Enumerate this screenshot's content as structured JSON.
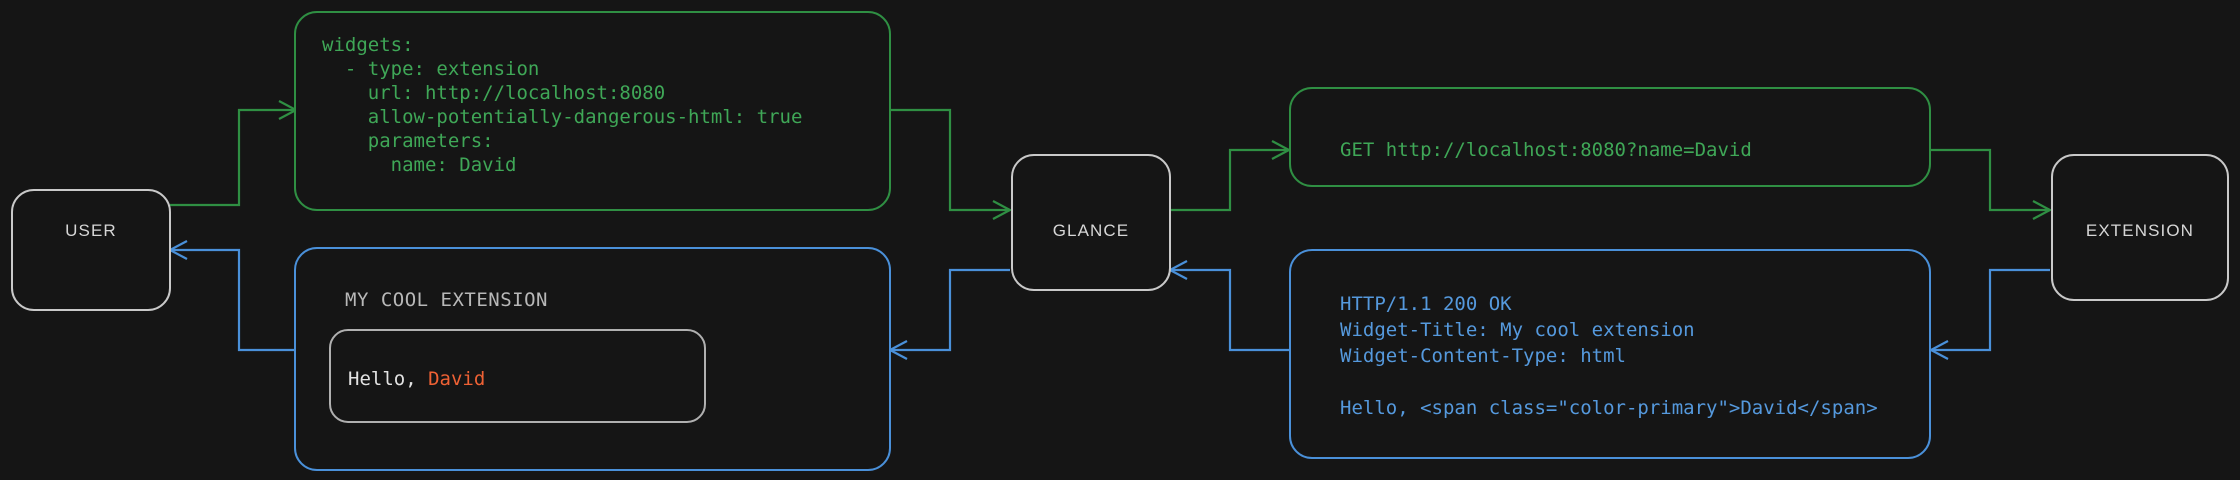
{
  "theme": {
    "background": "#151515",
    "node_border": "#c9c9c9",
    "node_label": "#d6d6d6",
    "request_color": "#2f8f43",
    "request_text_color": "#3fa757",
    "response_color": "#4a90d9",
    "response_text_color": "#5599dd",
    "accent_primary": "#ee6134",
    "widget_text": "#e2e2e2",
    "widget_title": "#b8b8b8"
  },
  "nodes": {
    "user": {
      "label": "USER"
    },
    "glance": {
      "label": "GLANCE"
    },
    "extension": {
      "label": "EXTENSION"
    }
  },
  "boxes": {
    "config_yaml": {
      "name": "glance-config-yaml",
      "lines": [
        "widgets:",
        "  - type: extension",
        "    url: http://localhost:8080",
        "    allow-potentially-dangerous-html: true",
        "    parameters:",
        "      name: David"
      ]
    },
    "http_request": {
      "name": "http-get-request",
      "lines": [
        "GET http://localhost:8080?name=David"
      ]
    },
    "http_response": {
      "name": "http-response",
      "lines": [
        "HTTP/1.1 200 OK",
        "Widget-Title: My cool extension",
        "Widget-Content-Type: html",
        "",
        "Hello, <span class=\"color-primary\">David</span>"
      ]
    },
    "rendered_widget": {
      "name": "rendered-widget-preview",
      "title": "MY COOL EXTENSION",
      "body_prefix": "Hello, ",
      "body_accent": "David"
    }
  },
  "edges": [
    {
      "name": "edge-user-to-config",
      "kind": "request"
    },
    {
      "name": "edge-config-to-glance",
      "kind": "request"
    },
    {
      "name": "edge-glance-to-request",
      "kind": "request"
    },
    {
      "name": "edge-request-to-extension",
      "kind": "request"
    },
    {
      "name": "edge-extension-to-response",
      "kind": "response"
    },
    {
      "name": "edge-response-to-glance",
      "kind": "response"
    },
    {
      "name": "edge-glance-to-widget",
      "kind": "response"
    },
    {
      "name": "edge-widget-to-user",
      "kind": "response"
    }
  ]
}
